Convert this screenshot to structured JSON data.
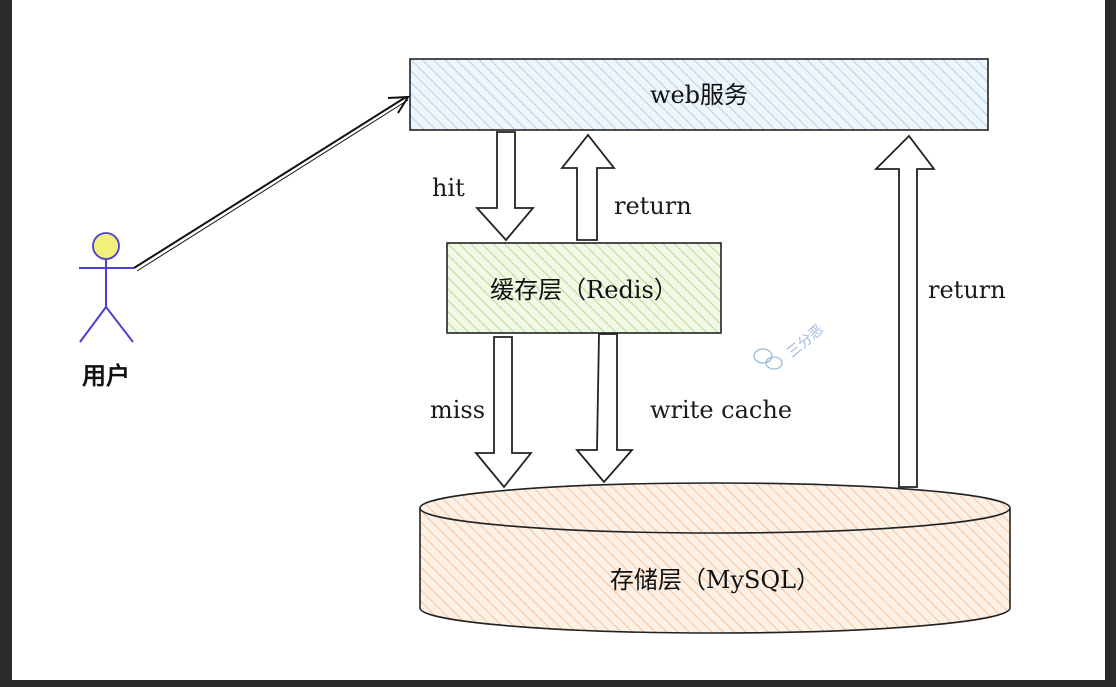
{
  "diagram": {
    "nodes": {
      "web": {
        "label": "web服务",
        "fill": "#cfe0f1",
        "stroke": "#111111"
      },
      "cache": {
        "label": "缓存层（Redis）",
        "fill": "#c9e7a6",
        "stroke": "#111111"
      },
      "db": {
        "label": "存储层（MySQL）",
        "fill": "#f7c9a2",
        "stroke": "#111111"
      }
    },
    "actor": {
      "label": "用户",
      "head_color": "#f2ef7a",
      "body_color": "#4a3fd1"
    },
    "edges": {
      "hit": "hit",
      "return_cache": "return",
      "miss": "miss",
      "write_cache": "write cache",
      "return_db": "return"
    },
    "watermark": {
      "text": "三分恶"
    }
  }
}
